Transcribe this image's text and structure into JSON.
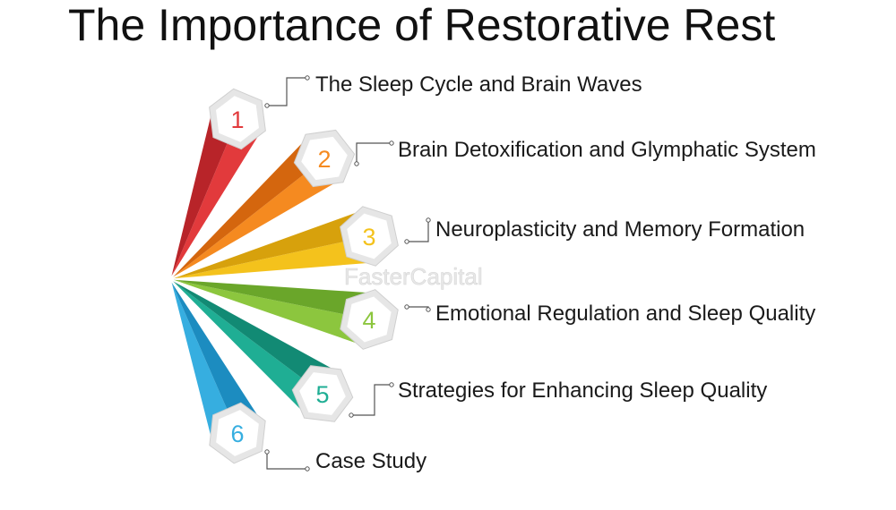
{
  "title": "The Importance of Restorative Rest",
  "watermark": "FasterCapital",
  "items": [
    {
      "number": "1",
      "label": "The Sleep Cycle and Brain Waves",
      "color": "#e23a3c",
      "dark": "#b82429"
    },
    {
      "number": "2",
      "label": "Brain Detoxification and Glymphatic System",
      "color": "#f58a20",
      "dark": "#d4660e"
    },
    {
      "number": "3",
      "label": "Neuroplasticity and Memory Formation",
      "color": "#f4c21c",
      "dark": "#d7a10c"
    },
    {
      "number": "4",
      "label": "Emotional Regulation and Sleep Quality",
      "color": "#8cc63e",
      "dark": "#6aa62a"
    },
    {
      "number": "5",
      "label": "Strategies for Enhancing Sleep Quality",
      "color": "#1fae94",
      "dark": "#128a74"
    },
    {
      "number": "6",
      "label": "Case Study",
      "color": "#36aee0",
      "dark": "#1c8cc0"
    }
  ]
}
